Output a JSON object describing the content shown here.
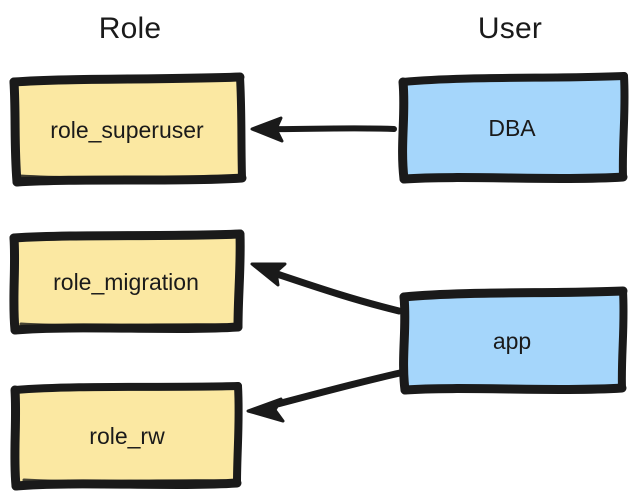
{
  "diagram": {
    "title_role": "Role",
    "title_user": "User",
    "style": "hand-drawn",
    "colors": {
      "role_fill": "#fbe8a2",
      "user_fill": "#a5d6fb",
      "stroke": "#1a1a1a",
      "background": "#ffffff",
      "text": "#1a1a1a"
    },
    "columns": [
      {
        "id": "role",
        "header": "Role"
      },
      {
        "id": "user",
        "header": "User"
      }
    ],
    "nodes": [
      {
        "id": "role_superuser",
        "label": "role_superuser",
        "column": "role",
        "fill": "#fbe8a2"
      },
      {
        "id": "role_migration",
        "label": "role_migration",
        "column": "role",
        "fill": "#fbe8a2"
      },
      {
        "id": "role_rw",
        "label": "role_rw",
        "column": "role",
        "fill": "#fbe8a2"
      },
      {
        "id": "dba",
        "label": "DBA",
        "column": "user",
        "fill": "#a5d6fb"
      },
      {
        "id": "app",
        "label": "app",
        "column": "user",
        "fill": "#a5d6fb"
      }
    ],
    "edges": [
      {
        "id": "dba-to-role-superuser",
        "from": "dba",
        "to": "role_superuser",
        "direction": "left"
      },
      {
        "id": "app-to-role-migration",
        "from": "app",
        "to": "role_migration",
        "direction": "left"
      },
      {
        "id": "app-to-role-rw",
        "from": "app",
        "to": "role_rw",
        "direction": "left"
      }
    ]
  }
}
